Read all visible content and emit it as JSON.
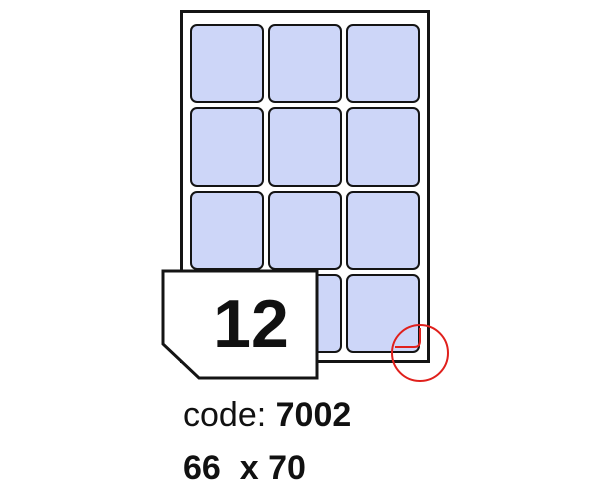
{
  "product": {
    "labels_per_sheet": "12",
    "code_prefix": "code:",
    "code_value": "7002",
    "size_width": "66",
    "size_separator": "x",
    "size_height": "70"
  },
  "sheet": {
    "columns": 3,
    "rows": 4
  },
  "colors": {
    "label_fill": "#cdd6f8",
    "outline": "#141414",
    "marker_red": "#e0201c"
  },
  "icons": {
    "corner_marker": "red-circle-corner-icon"
  }
}
